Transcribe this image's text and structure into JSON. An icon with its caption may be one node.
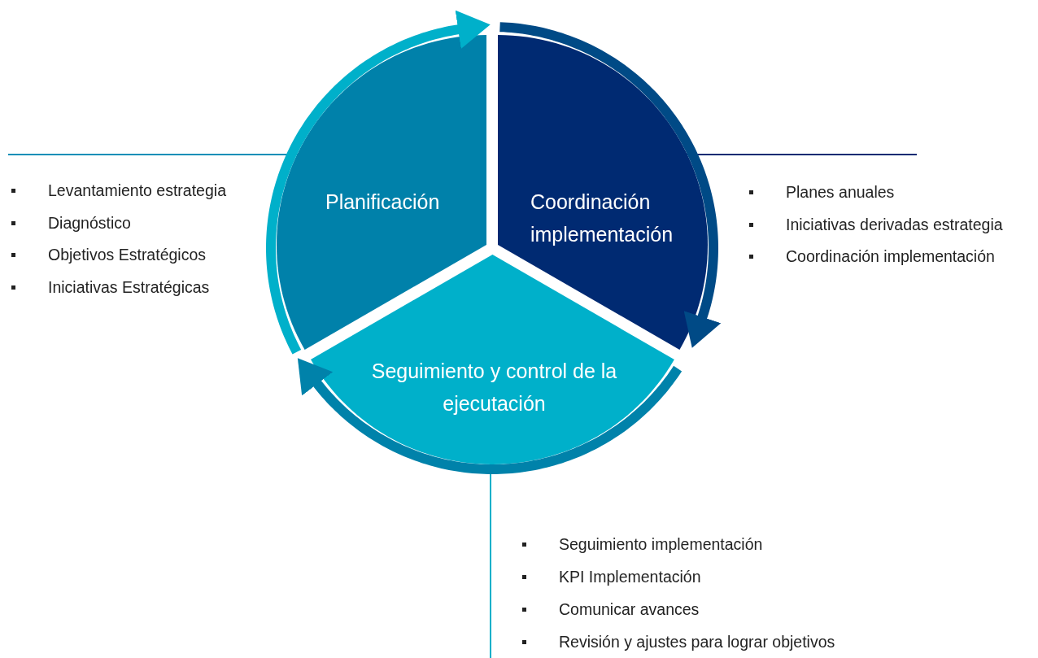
{
  "diagram": {
    "nodes": [
      {
        "text": [
          "Planificación"
        ]
      },
      {
        "text": [
          "Coordinación implementación"
        ]
      },
      {
        "text": [
          "Seguimiento y control de la ejecutación"
        ]
      },
      {
        "text": [
          "Levantamiento estrategia",
          "Diagnóstico",
          "Objetivos Estratégicos",
          "Iniciativas Estratégicas"
        ]
      },
      {
        "text": [
          "Planes anuales",
          "Iniciativas derivadas estrategia",
          "Coordinación implementación"
        ]
      },
      {
        "text": [
          "Seguimiento implementación",
          "KPI Implementación",
          "Comunicar avances",
          "Revisión y ajustes para lograr objetivos"
        ]
      }
    ],
    "edges": [
      {
        "from": 0,
        "to": 1,
        "arrow": "to",
        "style": "thick",
        "color": "#00b0ca"
      },
      {
        "from": 1,
        "to": 2,
        "arrow": "to",
        "style": "thick",
        "color": "#004a86"
      },
      {
        "from": 2,
        "to": 0,
        "arrow": "to",
        "style": "thick",
        "color": "#0082aa"
      },
      {
        "from": 0,
        "to": 3,
        "arrow": "none",
        "color": "#0a8fb8"
      },
      {
        "from": 1,
        "to": 4,
        "arrow": "none",
        "color": "#002a72"
      },
      {
        "from": 2,
        "to": 5,
        "arrow": "none",
        "color": "#00b0ca"
      }
    ]
  }
}
